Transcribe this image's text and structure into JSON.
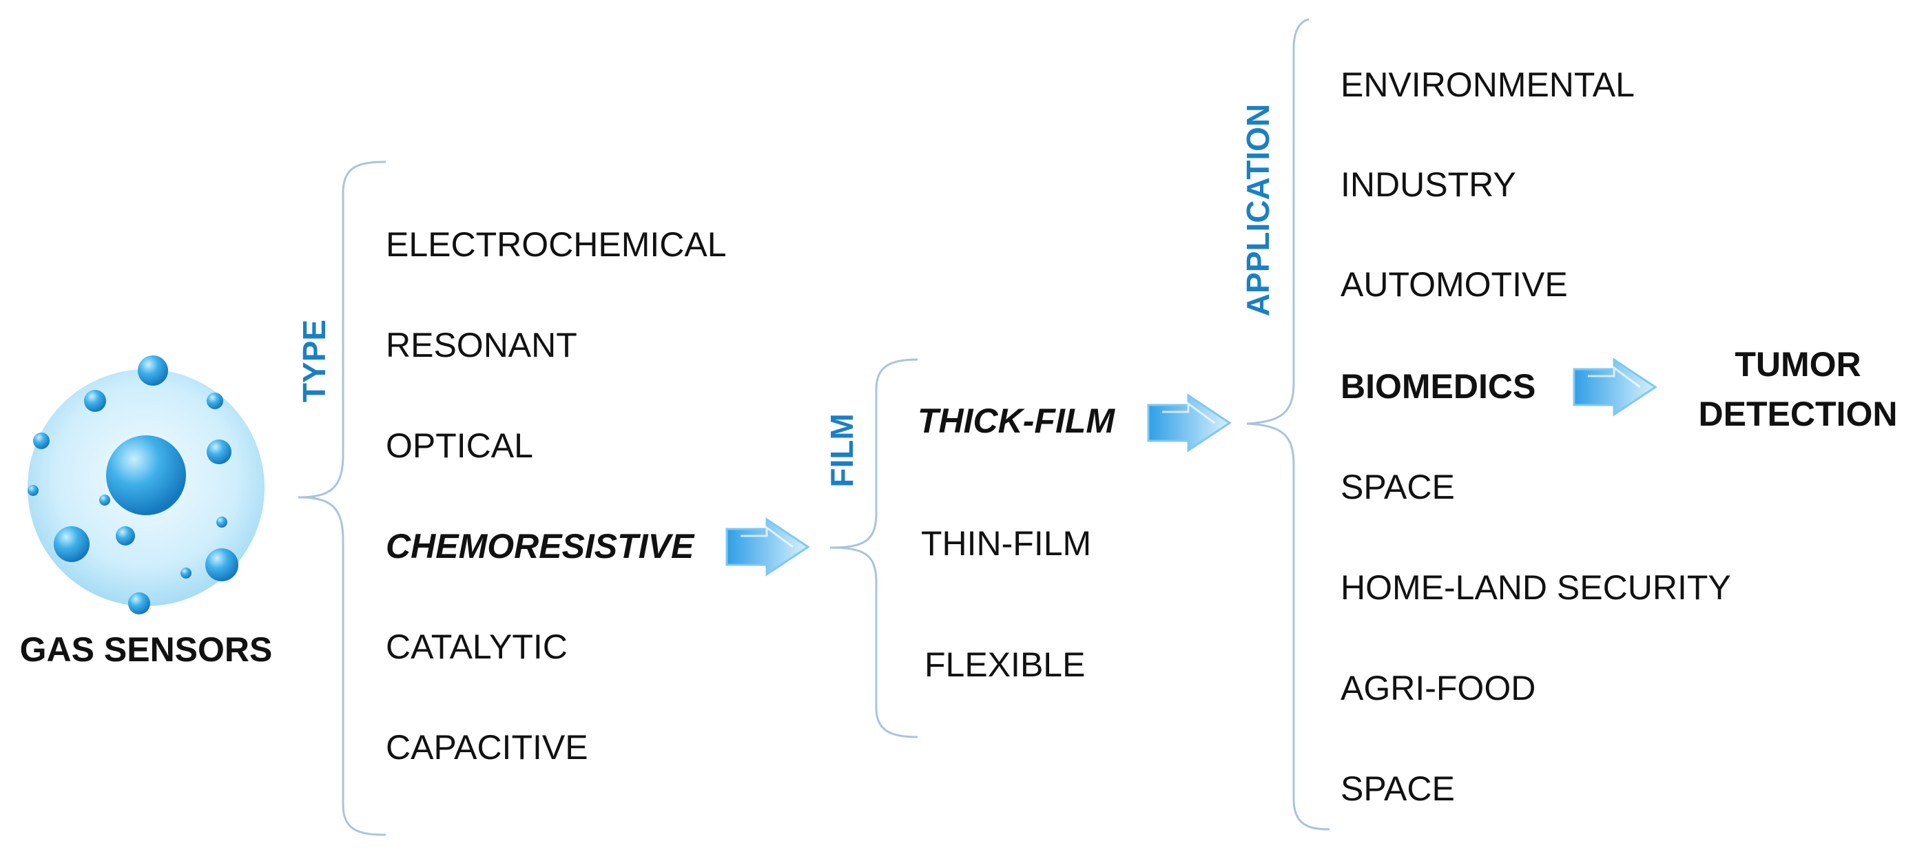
{
  "colors": {
    "category": "#1b7fc4",
    "brace": "#a9c4dc",
    "text": "#111111",
    "bubble": "#3aa7e0",
    "arrow": "#4db3ee"
  },
  "source": {
    "label": "GAS SENSORS",
    "icon": "bubbles-icon"
  },
  "type_group": {
    "label": "TYPE",
    "items": [
      "ELECTROCHEMICAL",
      "RESONANT",
      "OPTICAL",
      "CHEMORESISTIVE",
      "CATALYTIC",
      "CAPACITIVE"
    ]
  },
  "film_group": {
    "label": "FILM",
    "items": [
      "THICK-FILM",
      "THIN-FILM",
      "FLEXIBLE"
    ]
  },
  "application_group": {
    "label": "APPLICATION",
    "items": [
      "ENVIRONMENTAL",
      "INDUSTRY",
      "AUTOMOTIVE",
      "BIOMEDICS",
      "SPACE",
      "HOME-LAND SECURITY",
      "AGRI-FOOD",
      "SPACE"
    ]
  },
  "target": {
    "line1": "TUMOR",
    "line2": "DETECTION"
  }
}
